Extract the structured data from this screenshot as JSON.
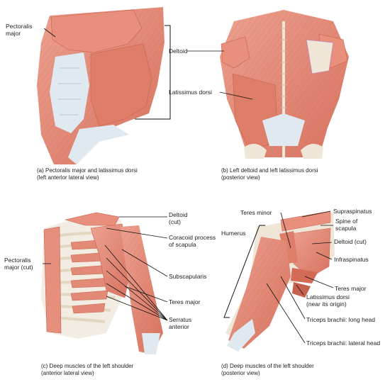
{
  "panels": {
    "a": {
      "caption": "(a) Pectoralis major and latissimus dorsi\n(left anterior lateral view)",
      "labels": {
        "pectoralis_major": "Pectoralis\nmajor"
      }
    },
    "b": {
      "caption": "(b) Left deltoid and left latissimus dorsi\n(posterior view)",
      "labels": {
        "deltoid": "Deltoid",
        "latissimus_dorsi": "Latissimus dorsi"
      }
    },
    "c": {
      "caption": "(c) Deep muscles of the left shoulder\n(anterior lateral view)",
      "labels": {
        "deltoid_cut": "Deltoid\n(cut)",
        "coracoid_process": "Coracoid process\nof scapula",
        "pectoralis_major_cut": "Pectoralis\nmajor (cut)",
        "subscapularis": "Subscapularis",
        "teres_major": "Teres major",
        "serratus_anterior": "Serratus\nanterior"
      }
    },
    "d": {
      "caption": "(d) Deep muscles of the left shoulder\n(posterior view)",
      "labels": {
        "teres_minor": "Teres minor",
        "supraspinatus": "Supraspinatus",
        "spine_of_scapula": "Spine of\nscapula",
        "humerus": "Humerus",
        "deltoid_cut": "Deltoid (cut)",
        "infraspinatus": "Infraspinatus",
        "teres_major": "Teres major",
        "latissimus_dorsi": "Latissimus dorsi\n(near its origin)",
        "triceps_long": "Triceps brachii: long head",
        "triceps_lateral": "Triceps brachii: lateral head"
      }
    }
  },
  "colors": {
    "muscle": "#e58f7c",
    "muscle_dark": "#c8604e",
    "tendon": "#dfe9ef",
    "bone": "#efe6d8",
    "leader": "#111111"
  }
}
